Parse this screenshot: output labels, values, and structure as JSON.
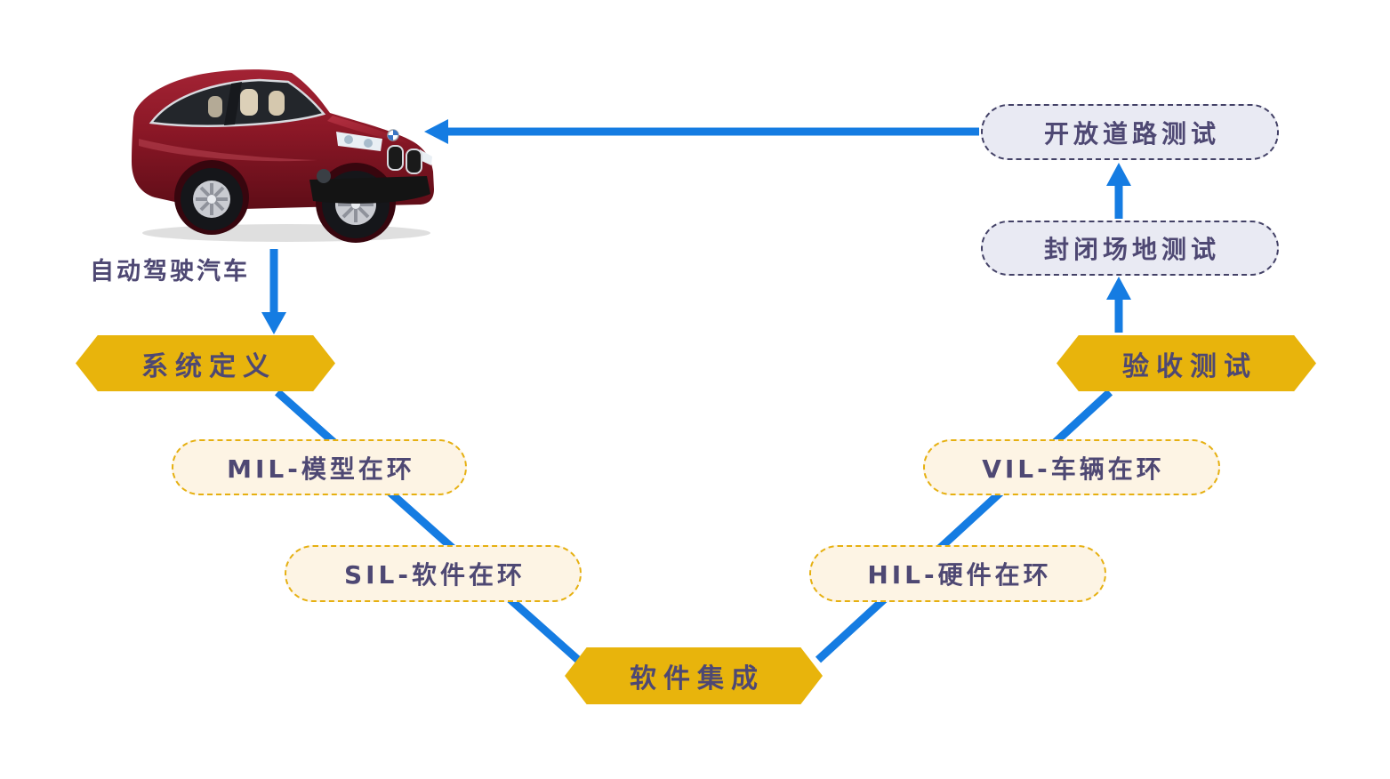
{
  "colors": {
    "arrow_blue": "#157CE2",
    "hexagon_gold": "#E8B40C",
    "loop_box_fill": "#FDF4E4",
    "loop_box_border": "#E6B011",
    "road_box_fill": "#E9EAF3",
    "road_box_border": "#434166",
    "text_purple": "#4E4873",
    "car_body_red": "#8A1726"
  },
  "car": {
    "label": "自动驾驶汽车",
    "illustration": "dark-red-suv"
  },
  "nodes": {
    "system_definition": "系统定义",
    "mil": "MIL-模型在环",
    "sil": "SIL-软件在环",
    "software_integration": "软件集成",
    "hil": "HIL-硬件在环",
    "vil": "VIL-车辆在环",
    "acceptance_test": "验收测试",
    "closed_field_test": "封闭场地测试",
    "open_road_test": "开放道路测试"
  }
}
